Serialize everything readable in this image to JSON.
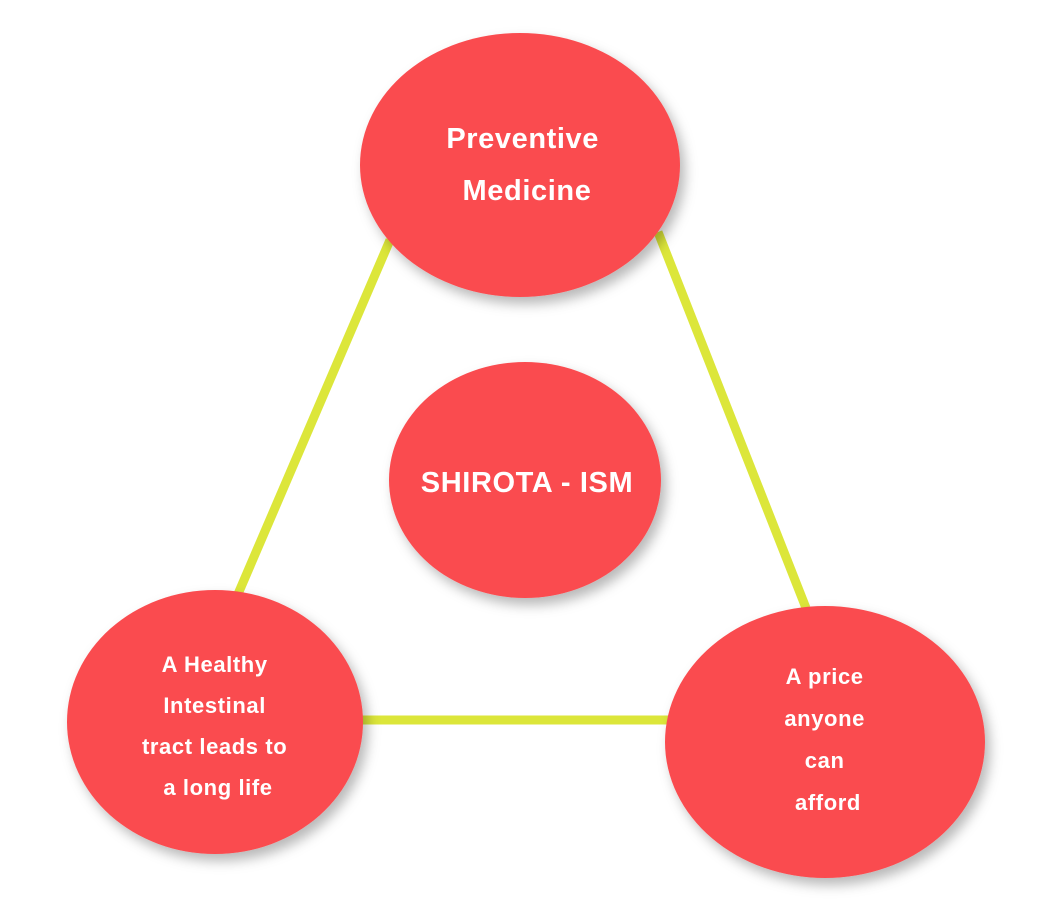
{
  "colors": {
    "node_fill": "#fa4c4f",
    "connector": "#dce63a",
    "label_text": "#ffffff"
  },
  "nodes": {
    "top": {
      "lines": [
        "Preventive",
        "Medicine"
      ]
    },
    "center": {
      "lines": [
        "SHIROTA - ISM"
      ]
    },
    "left": {
      "lines": [
        "A Healthy",
        "Intestinal",
        "tract leads to",
        "a long life"
      ]
    },
    "right": {
      "lines": [
        "A price",
        "anyone",
        "can",
        "afford"
      ]
    }
  }
}
